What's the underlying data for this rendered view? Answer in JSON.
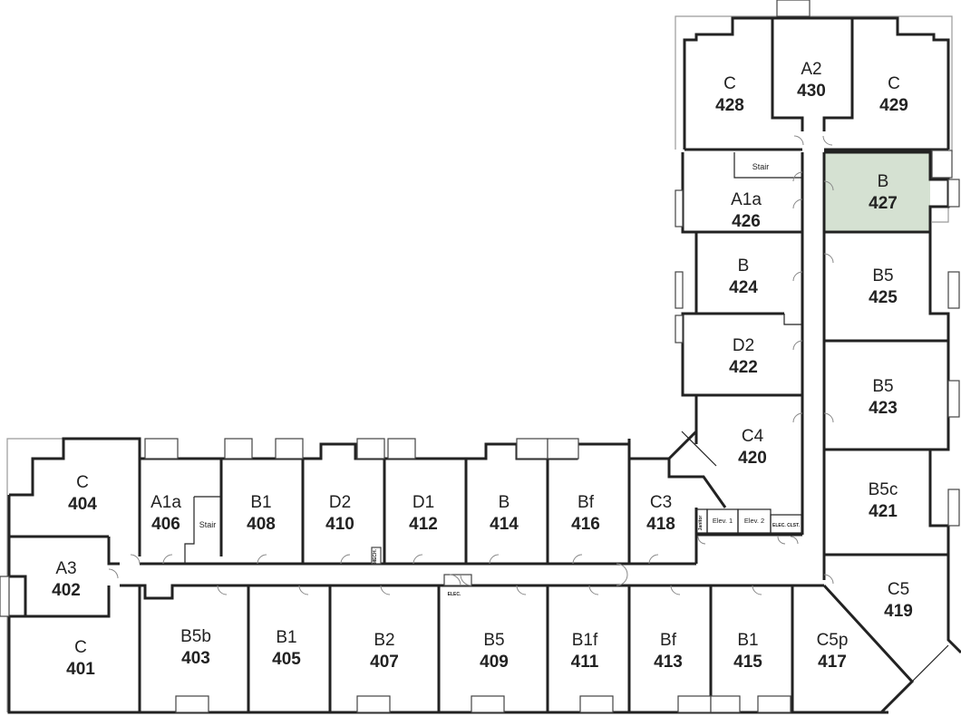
{
  "highlight_color": "#d5e1d2",
  "units": [
    {
      "type": "C",
      "number": "428",
      "hl": false
    },
    {
      "type": "A2",
      "number": "430",
      "hl": false
    },
    {
      "type": "C",
      "number": "429",
      "hl": false
    },
    {
      "type": "A1a",
      "number": "426",
      "hl": false
    },
    {
      "type": "B",
      "number": "427",
      "hl": true
    },
    {
      "type": "B",
      "number": "424",
      "hl": false
    },
    {
      "type": "B5",
      "number": "425",
      "hl": false
    },
    {
      "type": "D2",
      "number": "422",
      "hl": false
    },
    {
      "type": "B5",
      "number": "423",
      "hl": false
    },
    {
      "type": "C4",
      "number": "420",
      "hl": false
    },
    {
      "type": "B5c",
      "number": "421",
      "hl": false
    },
    {
      "type": "C5",
      "number": "419",
      "hl": false
    },
    {
      "type": "C",
      "number": "404",
      "hl": false
    },
    {
      "type": "A1a",
      "number": "406",
      "hl": false
    },
    {
      "type": "B1",
      "number": "408",
      "hl": false
    },
    {
      "type": "D2",
      "number": "410",
      "hl": false
    },
    {
      "type": "D1",
      "number": "412",
      "hl": false
    },
    {
      "type": "B",
      "number": "414",
      "hl": false
    },
    {
      "type": "Bf",
      "number": "416",
      "hl": false
    },
    {
      "type": "C3",
      "number": "418",
      "hl": false
    },
    {
      "type": "A3",
      "number": "402",
      "hl": false
    },
    {
      "type": "C",
      "number": "401",
      "hl": false
    },
    {
      "type": "B5b",
      "number": "403",
      "hl": false
    },
    {
      "type": "B1",
      "number": "405",
      "hl": false
    },
    {
      "type": "B2",
      "number": "407",
      "hl": false
    },
    {
      "type": "B5",
      "number": "409",
      "hl": false
    },
    {
      "type": "B1f",
      "number": "411",
      "hl": false
    },
    {
      "type": "Bf",
      "number": "413",
      "hl": false
    },
    {
      "type": "B1",
      "number": "415",
      "hl": false
    },
    {
      "type": "C5p",
      "number": "417",
      "hl": false
    }
  ],
  "labels": {
    "stair_top": "Stair",
    "stair_left": "Stair",
    "elev1": "Elev. 1",
    "elev2": "Elev. 2",
    "elec_closet": "ELEC. CLST.",
    "elec": "ELEC.",
    "mech": "MECH.",
    "janitor": "Janitor"
  }
}
